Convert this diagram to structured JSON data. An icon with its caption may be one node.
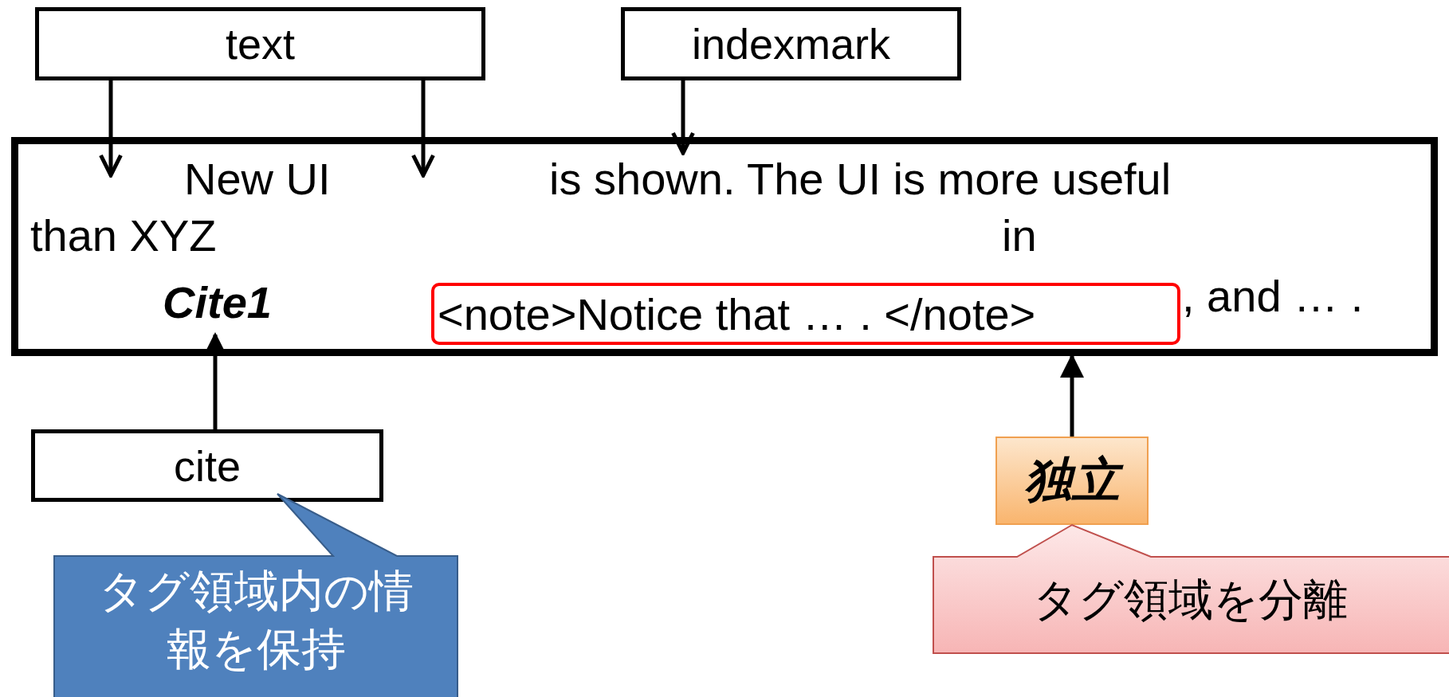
{
  "diagram": {
    "nodes": [
      {
        "text": [
          "text"
        ]
      },
      {
        "text": [
          "indexmark"
        ]
      },
      {
        "text": [
          "New UI",
          "is shown. The UI is more useful",
          "than XYZ",
          "in",
          ", and … ."
        ]
      },
      {
        "text": [
          "Cite1"
        ],
        "in": 2
      },
      {
        "text": [
          "<note>Notice that … . </note>"
        ],
        "in": 2
      },
      {
        "text": [
          "cite"
        ]
      },
      {
        "text": [
          "独立"
        ]
      },
      {
        "text": [
          "タグ領域内の情報を保持"
        ]
      },
      {
        "text": [
          "タグ領域を分離"
        ]
      }
    ],
    "edges": [
      {
        "from": 0,
        "to": 2,
        "arrow": "to"
      },
      {
        "from": 0,
        "to": 2,
        "arrow": "to"
      },
      {
        "from": 1,
        "to": 2,
        "arrow": "to"
      },
      {
        "from": 5,
        "to": 3,
        "arrow": "to"
      },
      {
        "from": 6,
        "to": 2,
        "arrow": "to"
      }
    ]
  }
}
